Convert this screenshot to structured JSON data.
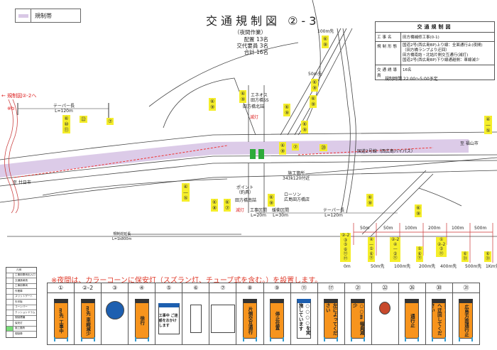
{
  "legend_top": {
    "label": "規制帯",
    "color": "#d9c8e6"
  },
  "header": {
    "title": "交通規制図 ②-3",
    "work": "（夜間作業）",
    "staff_placed": "配置 13名",
    "staff_relief": "交代要員 3名",
    "staff_total": "合計 16名"
  },
  "info": {
    "heading": "交通規制図",
    "rows": [
      {
        "key": "工事名",
        "value": "田方橋補修工事(0-1)"
      },
      {
        "key": "規制形態",
        "value": "国道2号(西広島BP)上り線：全面通行止(夜間)\n（田方橋ランプより迂回）\n田方橋南詰・北詰片側交互通行(減灯)\n国道2号(西広島BP)下り線通越側：車線減少"
      },
      {
        "key": "交通誘導員",
        "value": "16名"
      }
    ],
    "time": "規制時間 22:00～5:00予定"
  },
  "map": {
    "to_prev": "← 規制図②-2へ",
    "mark_b": "※b",
    "taper_left": "テーパー長\nL=120m",
    "taper_right": "テーパー長\nL=120m",
    "to_hatsukaichi": "至 廿日市",
    "to_fukuyama": "至 福山市",
    "route": "国道2号線（西広島バイパス）",
    "eneos": "エネオス\n田方橋SS",
    "north": "田方橋北詰",
    "south": "田方橋南詰",
    "dim1": "滅灯",
    "dim2": "滅灯",
    "point": "ポイント\n（釣具）",
    "site": "施工箇所\n343k120付近",
    "lawson": "ローソン\n広島田方橋店",
    "work_zone": "工事区間\nL=20m",
    "buffer_zone": "緩衝区間\nL=30m",
    "total": "規制総延長\nL=1k800m",
    "d100": "100m先",
    "d50": "50m先",
    "stacks": [
      "⑥\n⑩\n⑪",
      "㉒",
      "⑦",
      "⑥\n⑨",
      "⑥\n⑨",
      "⑥\n⑨",
      "⑥\n⑨",
      "⑥\n⑨",
      "⑥\n⑨",
      "⑥\n⑨",
      "⑦",
      "⑳",
      "⑥\n⑨",
      "④\n—\n⑤",
      "⑥\n⑧",
      "⑥\n⑦",
      "⑥\n⑨",
      "⑥\n⑨",
      "⑥\n⑨",
      "④\n—\n⑤"
    ]
  },
  "scale": {
    "segments": [
      "50m",
      "50m",
      "100m",
      "200m",
      "100m",
      "500m"
    ],
    "points": [
      "0m",
      "50m先",
      "100m先",
      "200m先",
      "400m先",
      "500m先",
      "1Km先"
    ],
    "stacks": [
      "②-2\n③\n⑤\n⑥\n⑪\n⑰",
      "④\n—\n⑤\n⑥\n⑪",
      "②-2\n④\n—\n⑤\n⑪",
      "①\n⑥\n⑪",
      "①\n②-2\n⑤\n⑪",
      "⑥\n㉛",
      "⑥\n㉛"
    ]
  },
  "legend_items": [
    "凡例",
    "工事用車両出入口",
    "交通誘導員",
    "工事用車両",
    "作業車",
    "スリットゲート",
    "矢印板",
    "コーンバー",
    "クッションドラム",
    "規制標識",
    "保安灯",
    "施工箇所",
    "規制車"
  ],
  "note": "※夜間は、カラーコーンに保安灯（スズラン灯、チューブ式を含む。）を設置します。",
  "signs": [
    {
      "no": "①",
      "text": "m先 工事中"
    },
    {
      "no": "②-2",
      "text": "m先 車線減少"
    },
    {
      "no": "③",
      "text": ""
    },
    {
      "no": "④",
      "text": "徐行"
    },
    {
      "no": "⑤",
      "text": "工事中 ご迷惑をおかけします"
    },
    {
      "no": "⑥",
      "text": ""
    },
    {
      "no": "⑦",
      "text": ""
    },
    {
      "no": "⑧",
      "text": "片側交互通行"
    },
    {
      "no": "⑨",
      "text": "停止位置"
    },
    {
      "no": "⑪",
      "text": "○○○○を実施しています"
    },
    {
      "no": "⑰",
      "text": "左によってください"
    },
    {
      "no": "㉑",
      "text": "○○m 幅員減少"
    },
    {
      "no": "㉒",
      "text": ""
    },
    {
      "no": "㉖",
      "text": "通行止"
    },
    {
      "no": "㉚",
      "text": "田方オダランプへ迂回してください"
    },
    {
      "no": "㉛",
      "text": "広島方面通行止"
    }
  ]
}
